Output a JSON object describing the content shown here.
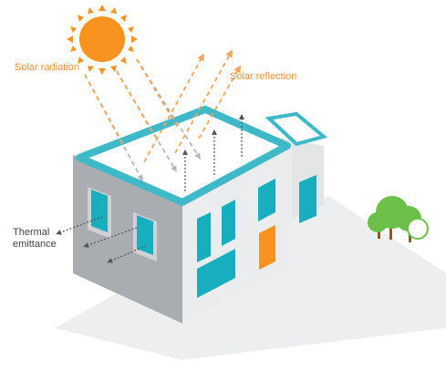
{
  "labels": {
    "solar_radiation": "Solar radiation",
    "solar_reflection": "Solar reflection",
    "thermal_line1": "Thermal",
    "thermal_line2": "emittance"
  },
  "icons": {
    "sun": "sun-icon",
    "trees": "tree-icon"
  },
  "colors": {
    "sun": "#f7931e",
    "arrow_orange": "#f0a55a",
    "label_orange": "#f0913a",
    "wall_left": "#a9acb0",
    "wall_front": "#ebeced",
    "roof": "#ffffff",
    "roof_edge": "#3fb9c7",
    "window": "#17aebf",
    "door": "#f7931e",
    "tree": "#6cc04a",
    "trunk": "#8b5a2b",
    "ground_shadow": "#eceeef",
    "arrow_dark": "#444444"
  }
}
